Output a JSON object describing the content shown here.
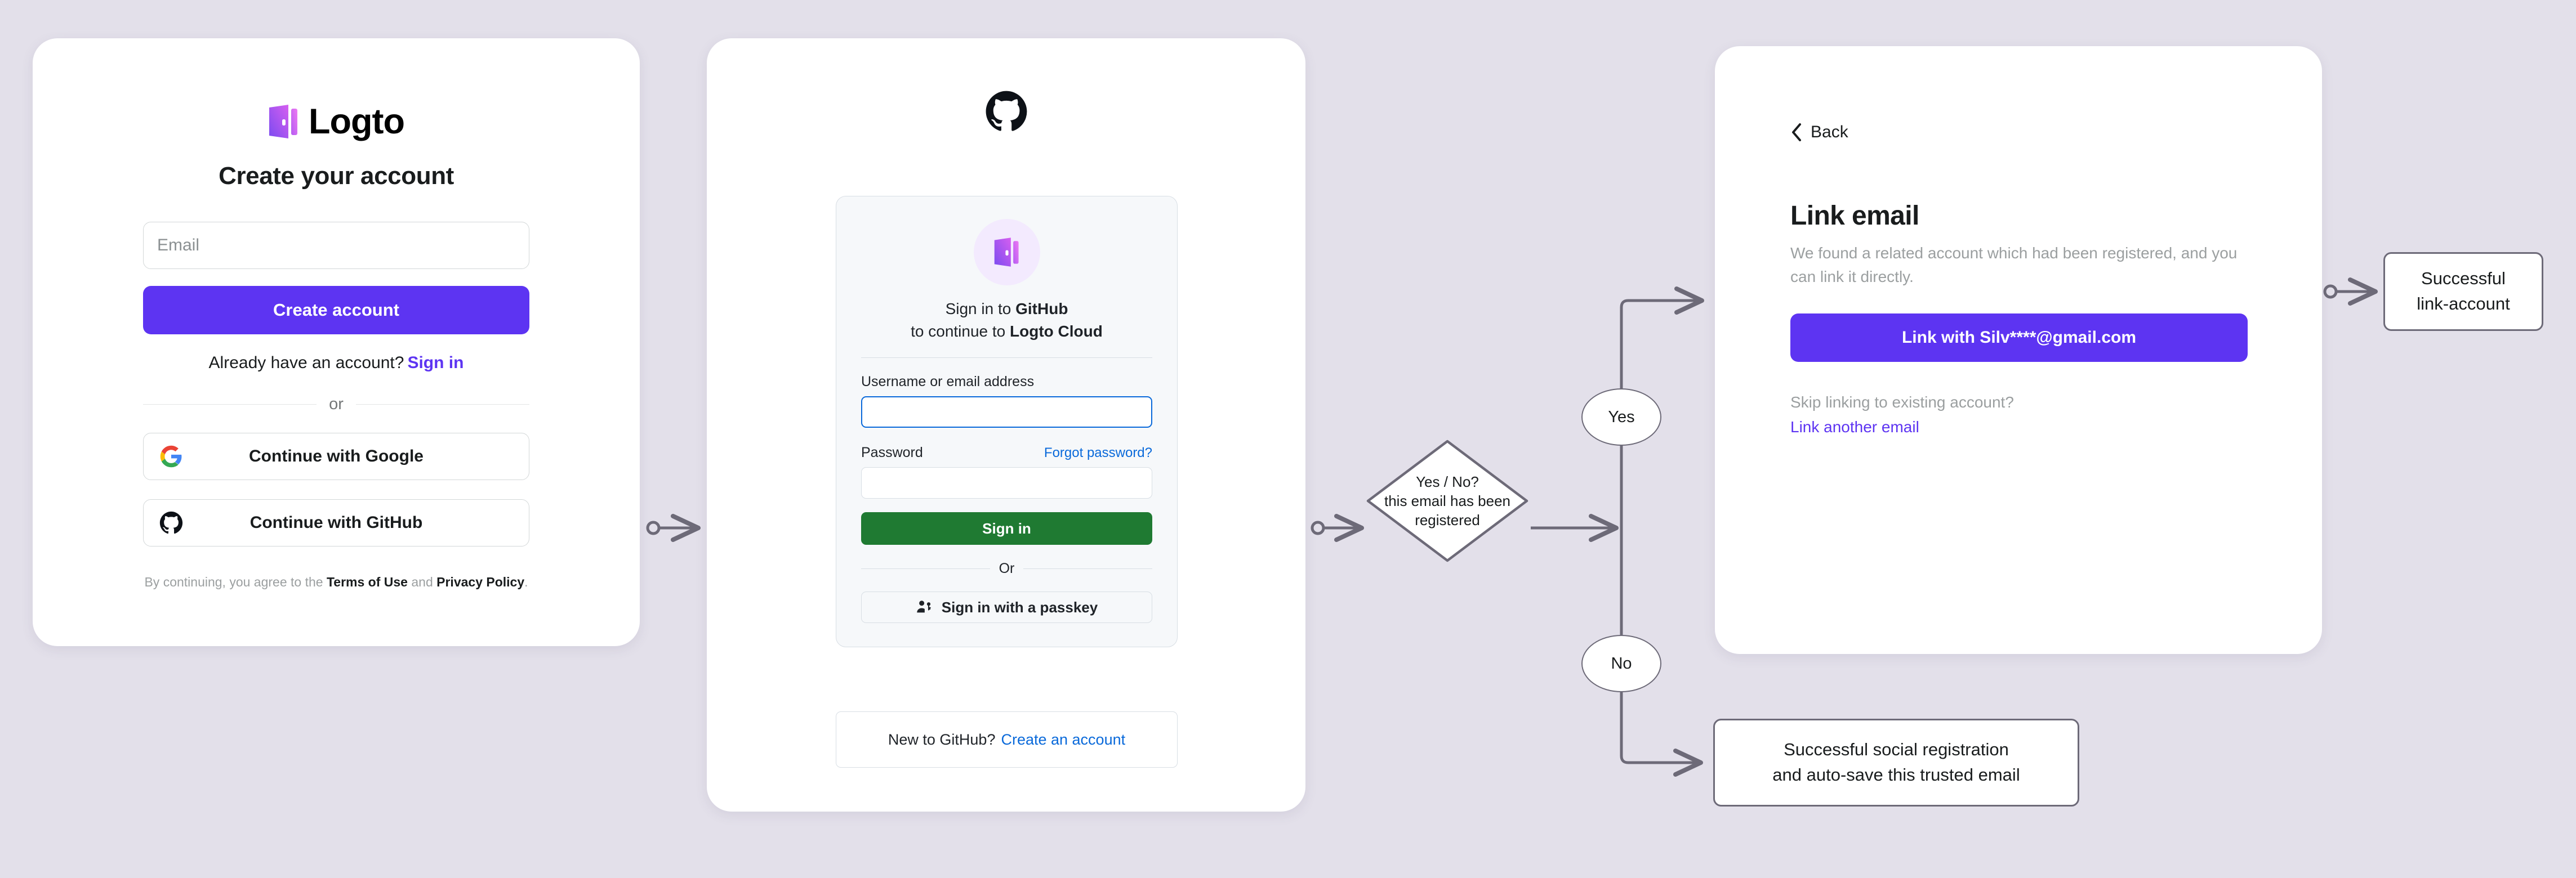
{
  "canvas": {
    "background_color": "#e3e0ea",
    "accent_purple": "#5d34f2",
    "github_green": "#1f7a32",
    "github_blue": "#0969da",
    "flow_stroke": "#6d6a78"
  },
  "signup_card": {
    "brand_name": "Logto",
    "brand_icon": "logto-door-icon",
    "title": "Create your account",
    "email_placeholder": "Email",
    "create_account_label": "Create account",
    "have_account_text": "Already have an account?",
    "sign_in_label": "Sign in",
    "or_label": "or",
    "social_buttons": [
      {
        "icon": "google-icon",
        "label": "Continue with Google"
      },
      {
        "icon": "github-icon",
        "label": "Continue with GitHub"
      }
    ],
    "terms_prefix": "By continuing, you agree to the ",
    "terms_of_use": "Terms of Use",
    "terms_and": " and ",
    "privacy_policy": "Privacy Policy",
    "terms_suffix": "."
  },
  "github_card": {
    "logo_icon": "github-mark-icon",
    "avatar_icon": "logto-door-icon",
    "heading_line1_prefix": "Sign in to ",
    "heading_line1_strong": "GitHub",
    "heading_line2_prefix": "to continue to ",
    "heading_line2_strong": "Logto Cloud",
    "username_label": "Username or email address",
    "username_value": "",
    "password_label": "Password",
    "password_value": "",
    "forgot_password_label": "Forgot password?",
    "sign_in_label": "Sign in",
    "or_label": "Or",
    "passkey_icon": "person-key-icon",
    "passkey_label": "Sign in with a passkey",
    "footer_text": "New to GitHub?",
    "footer_link": "Create an account"
  },
  "link_card": {
    "back_icon": "chevron-left-icon",
    "back_label": "Back",
    "title": "Link email",
    "description": "We found a related account which had been registered, and you can link it directly.",
    "primary_button_label": "Link with Silv****@gmail.com",
    "skip_label": "Skip linking to existing account?",
    "skip_link_label": "Link another email"
  },
  "flow": {
    "decision_line1": "Yes / No?",
    "decision_line2": "this email has been",
    "decision_line3": "registered",
    "yes_label": "Yes",
    "no_label": "No",
    "terminal_link_line1": "Successful",
    "terminal_link_line2": "link-account",
    "terminal_social_line1": "Successful social registration",
    "terminal_social_line2": "and auto-save this trusted email"
  }
}
